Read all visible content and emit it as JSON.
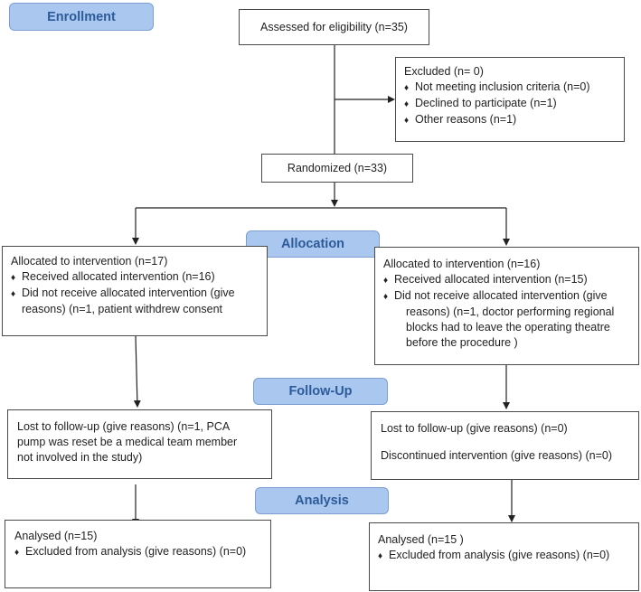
{
  "stages": {
    "enrollment": "Enrollment",
    "allocation": "Allocation",
    "followup": "Follow-Up",
    "analysis": "Analysis"
  },
  "assessed": "Assessed for eligibility (n=35)",
  "excluded": {
    "title": "Excluded  (n= 0)",
    "items": [
      "Not meeting inclusion criteria (n=0)",
      "Declined to participate (n=1)",
      "Other reasons (n=1)"
    ]
  },
  "randomized": "Randomized (n=33)",
  "left": {
    "allocation": {
      "title": "Allocated to intervention (n=17)",
      "item1": "Received allocated intervention (n=16)",
      "item2_line1": "Did not receive allocated intervention (give",
      "item2_line2": "reasons) (n=1, patient withdrew consent"
    },
    "followup": {
      "line1": "Lost to follow-up (give reasons) (n=1, PCA",
      "line2": "pump was reset be a medical team member",
      "line3": "not involved in the study)"
    },
    "analysis": {
      "title": "Analysed  (n=15)",
      "item": "Excluded from analysis (give reasons) (n=0)"
    }
  },
  "right": {
    "allocation": {
      "title": "Allocated to intervention (n=16)",
      "item1": "Received allocated intervention (n=15)",
      "item2_line1": "Did not receive allocated intervention (give",
      "item2_line2": "reasons) (n=1, doctor performing regional",
      "item2_line3": "blocks had to leave the operating theatre",
      "item2_line4": "before the procedure )"
    },
    "followup": {
      "line1": "Lost to follow-up (give reasons) (n=0)",
      "line2": "Discontinued intervention (give reasons) (n=0)"
    },
    "analysis": {
      "title": "Analysed  (n=15 )",
      "item": "Excluded from analysis (give reasons) (n=0)"
    }
  },
  "bullet": "♦"
}
